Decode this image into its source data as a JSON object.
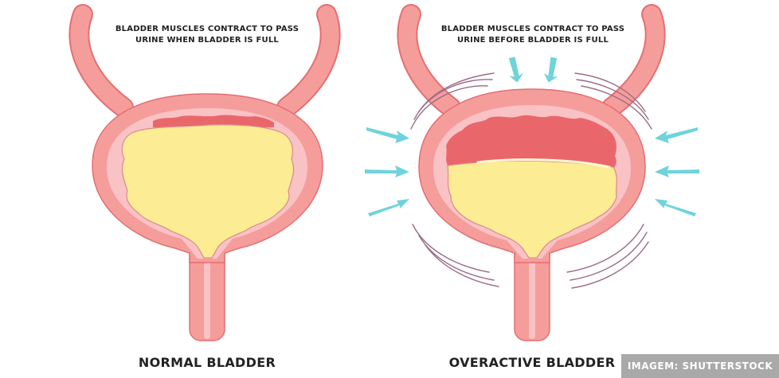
{
  "left_panel": {
    "note_line1": "BLADDER MUSCLES CONTRACT TO PASS",
    "note_line2": "URINE WHEN BLADDER IS FULL",
    "title": "NORMAL BLADDER"
  },
  "right_panel": {
    "note_line1": "BLADDER MUSCLES CONTRACT TO PASS",
    "note_line2": "URINE BEFORE BLADDER IS FULL",
    "title": "OVERACTIVE BLADDER"
  },
  "credit": "IMAGEM: SHUTTERSTOCK",
  "colors": {
    "wall": "#f59d9a",
    "wall_outline": "#e46f72",
    "lining": "#f9c2c5",
    "urine": "#fcec94",
    "urine_outline": "#d88c8c",
    "contraction": "#e9676b",
    "arrow": "#6fd3db",
    "motion_lines": "#9a6d88"
  },
  "icons": {
    "pressure": "pressure-arrow-icon",
    "motion": "contraction-wave-icon"
  }
}
